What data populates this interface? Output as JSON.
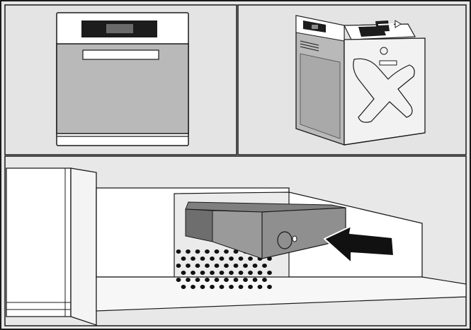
{
  "figure": {
    "panels": [
      {
        "id": "built-in-oven-front"
      },
      {
        "id": "oven-unit-rear-isometric"
      },
      {
        "id": "rear-module-insertion-closeup"
      }
    ],
    "colors": {
      "background": "#e6e6e6",
      "panel-fill": "#dcdcdc",
      "outline": "#1a1a1a",
      "oven-body": "#b9b9b9",
      "display": "#1c1c1c",
      "module-grey": "#8f8f8f",
      "arrow": "#111111",
      "white": "#ffffff"
    },
    "icons": [
      "arrow-right-icon"
    ]
  }
}
